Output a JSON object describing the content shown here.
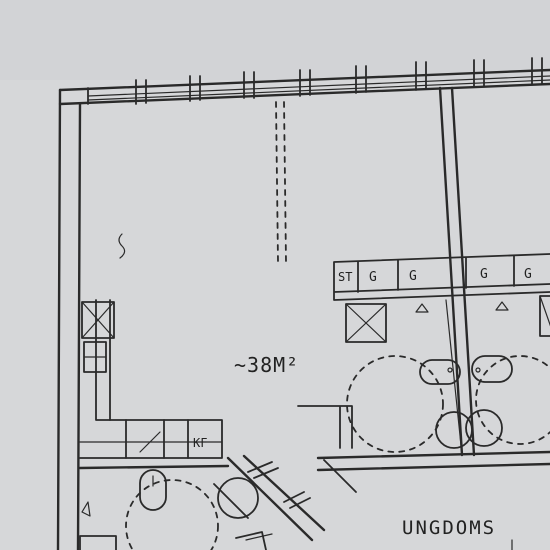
{
  "plan": {
    "area_label": "~38M²",
    "room_name": "UNGDOMS",
    "appliances": {
      "stove": "ST",
      "fridge_freezer": "KF",
      "cabinet_a": "G",
      "cabinet_b": "G",
      "cabinet_c": "G",
      "cabinet_d": "G"
    }
  },
  "colors": {
    "paper": "#d6d7d9",
    "ink": "#2a2a2a"
  }
}
